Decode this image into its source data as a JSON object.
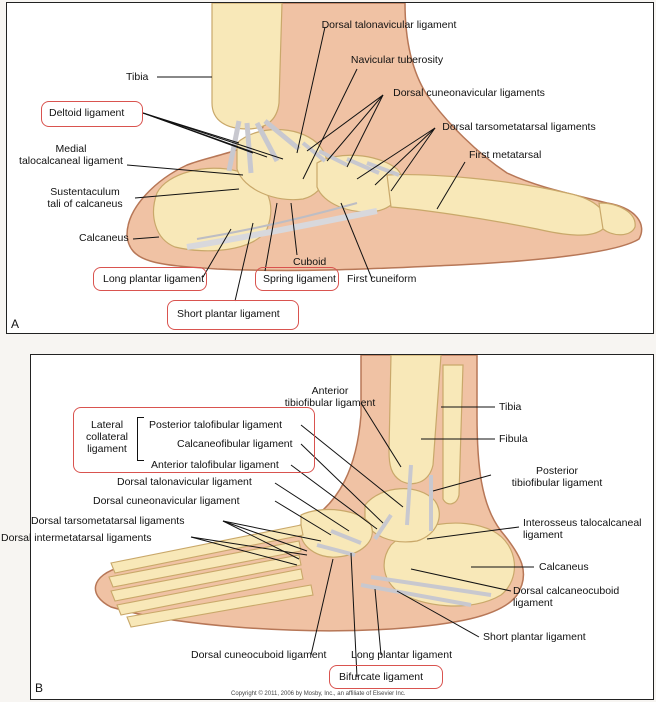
{
  "panelA": {
    "letter": "A",
    "labels": {
      "dorsal_talonavicular": "Dorsal talonavicular ligament",
      "navicular_tuberosity": "Navicular tuberosity",
      "tibia": "Tibia",
      "dorsal_cuneonavicular": "Dorsal cuneonavicular ligaments",
      "deltoid": "Deltoid ligament",
      "dorsal_tarsometatarsal": "Dorsal tarsometatarsal ligaments",
      "medial_talocalcaneal": "Medial\ntalocalcaneal ligament",
      "first_metatarsal": "First metatarsal",
      "sustentaculum": "Sustentaculum\ntali of calcaneus",
      "calcaneus": "Calcaneus",
      "cuboid": "Cuboid",
      "long_plantar": "Long plantar ligament",
      "spring": "Spring ligament",
      "first_cuneiform": "First cuneiform",
      "short_plantar": "Short plantar ligament"
    }
  },
  "panelB": {
    "letter": "B",
    "labels": {
      "anterior_tibiofibular": "Anterior\ntibiofibular ligament",
      "tibia": "Tibia",
      "lateral_collateral": "Lateral\ncollateral\nligament",
      "posterior_talofibular": "Posterior talofibular ligament",
      "fibula": "Fibula",
      "calcaneofibular": "Calcaneofibular ligament",
      "anterior_talofibular": "Anterior talofibular ligament",
      "posterior_tibiofibular": "Posterior\ntibiofibular ligament",
      "dorsal_talonavicular": "Dorsal talonavicular ligament",
      "dorsal_cuneonavicular": "Dorsal cuneonavicular ligament",
      "dorsal_tarsometatarsal": "Dorsal tarsometatarsal ligaments",
      "interosseus": "Interosseus talocalcaneal\nligament",
      "dorsal_intermetatarsal": "Dorsal intermetatarsal ligaments",
      "calcaneus": "Calcaneus",
      "dorsal_calcaneocuboid": "Dorsal calcaneocuboid\nligament",
      "short_plantar": "Short plantar ligament",
      "dorsal_cuneocuboid": "Dorsal cuneocuboid ligament",
      "long_plantar": "Long plantar ligament",
      "bifurcate": "Bifurcate ligament"
    },
    "copyright": "Copyright © 2011, 2006 by Mosby, Inc., an affiliate of Elsevier Inc."
  },
  "colors": {
    "skin": "#f0c2a4",
    "skin_edge": "#b77757",
    "bone": "#f8e8b8",
    "bone_edge": "#c9a86a",
    "ligament": "#d8d8dc",
    "highlight": "#d9534f"
  }
}
